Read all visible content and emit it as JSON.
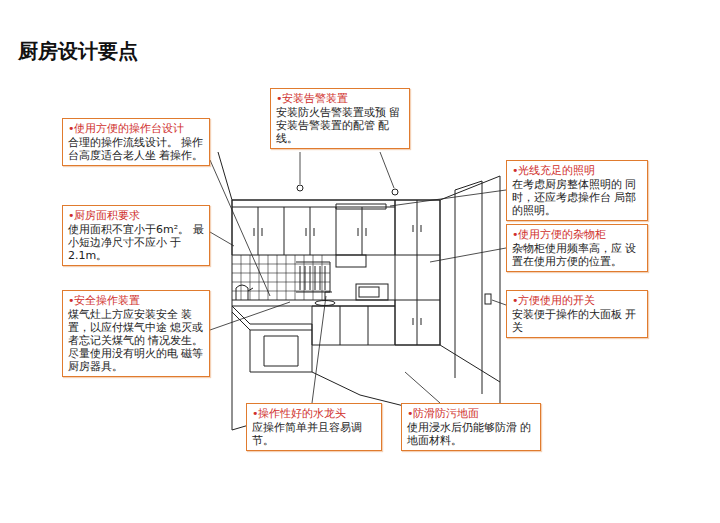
{
  "diagram": {
    "title": "厨房设计要点",
    "nodes": [
      {
        "text": [
          "•安装告警装置",
          "安装防火告警装置或预 留安装告警装置的配管 配线。"
        ]
      },
      {
        "text": [
          "•使用方便的操作台设计",
          "合理的操作流线设计。 操作台高度适合老人坐 着操作。"
        ]
      },
      {
        "text": [
          "•光线充足的照明",
          "在考虑厨房整体照明的 同时，还应考虑操作台 局部的照明。"
        ]
      },
      {
        "text": [
          "•厨房面积要求",
          "使用面积不宜小于6m²。 最小短边净尺寸不应小 于2.1m。"
        ]
      },
      {
        "text": [
          "•使用方便的杂物柜",
          "杂物柜使用频率高，应 设置在使用方便的位置。"
        ]
      },
      {
        "text": [
          "•安全操作装置",
          "煤气灶上方应安装安全 装置，以应付煤气中途 熄灭或者忘记关煤气的 情况发生。 尽量使用没有明火的电 磁等厨房器具。"
        ]
      },
      {
        "text": [
          "•方便使用的开关",
          "安装便于操作的大面板 开关"
        ]
      },
      {
        "text": [
          "•操作性好的水龙头",
          "应操作简单并且容易调 节。"
        ]
      },
      {
        "text": [
          "•防滑防污地面",
          "使用浸水后仍能够防滑 的地面材料。"
        ]
      }
    ]
  }
}
